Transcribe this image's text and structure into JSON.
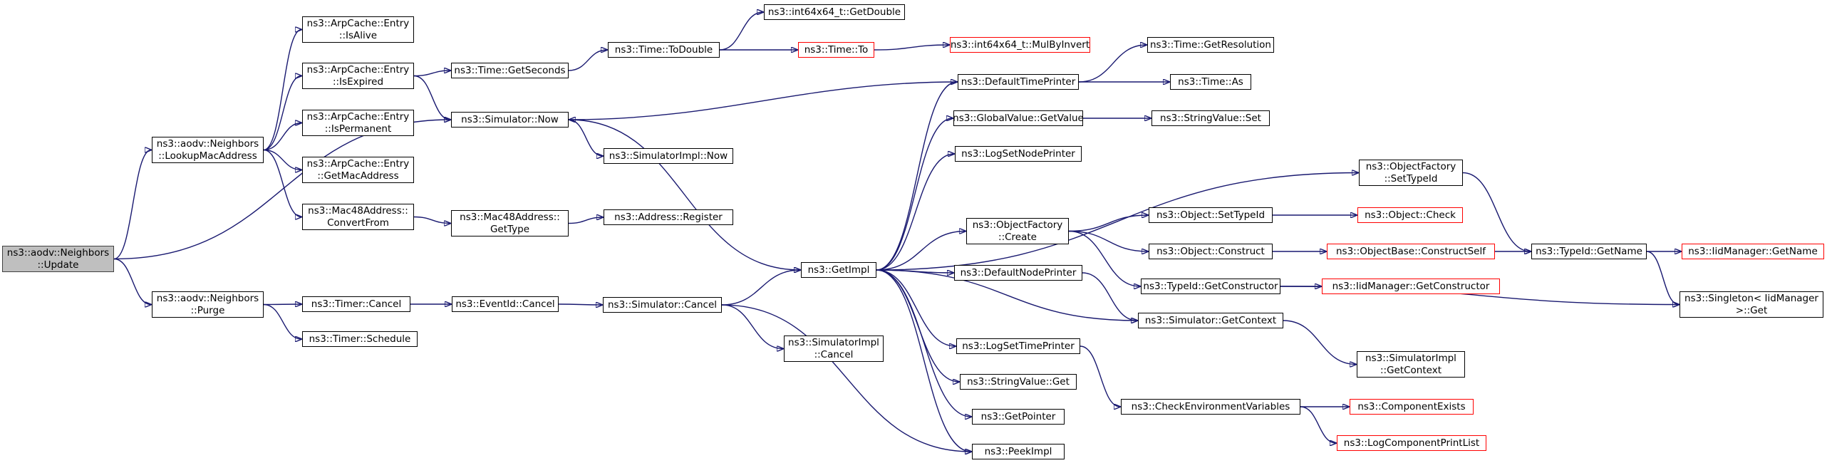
{
  "colors": {
    "edge": "#191970",
    "node_border": "#000000",
    "external_border": "#ff0000",
    "root_fill": "#bfbfbf",
    "background": "#ffffff"
  },
  "nodes": [
    {
      "id": "update",
      "lines": [
        "ns3::aodv::Neighbors",
        "::Update"
      ],
      "kind": "root"
    },
    {
      "id": "lookup",
      "lines": [
        "ns3::aodv::Neighbors",
        "::LookupMacAddress"
      ],
      "kind": "normal"
    },
    {
      "id": "purge",
      "lines": [
        "ns3::aodv::Neighbors",
        "::Purge"
      ],
      "kind": "normal"
    },
    {
      "id": "isalive",
      "lines": [
        "ns3::ArpCache::Entry",
        "::IsAlive"
      ],
      "kind": "normal"
    },
    {
      "id": "isexpired",
      "lines": [
        "ns3::ArpCache::Entry",
        "::IsExpired"
      ],
      "kind": "normal"
    },
    {
      "id": "ispermanent",
      "lines": [
        "ns3::ArpCache::Entry",
        "::IsPermanent"
      ],
      "kind": "normal"
    },
    {
      "id": "getmac",
      "lines": [
        "ns3::ArpCache::Entry",
        "::GetMacAddress"
      ],
      "kind": "normal"
    },
    {
      "id": "convertfrom",
      "lines": [
        "ns3::Mac48Address::",
        "ConvertFrom"
      ],
      "kind": "normal"
    },
    {
      "id": "simnow",
      "lines": [
        "ns3::Simulator::Now"
      ],
      "kind": "normal"
    },
    {
      "id": "getseconds",
      "lines": [
        "ns3::Time::GetSeconds"
      ],
      "kind": "normal"
    },
    {
      "id": "mac48gettype",
      "lines": [
        "ns3::Mac48Address::",
        "GetType"
      ],
      "kind": "normal"
    },
    {
      "id": "timercancel",
      "lines": [
        "ns3::Timer::Cancel"
      ],
      "kind": "normal"
    },
    {
      "id": "timerschedule",
      "lines": [
        "ns3::Timer::Schedule"
      ],
      "kind": "normal"
    },
    {
      "id": "todouble",
      "lines": [
        "ns3::Time::ToDouble"
      ],
      "kind": "normal"
    },
    {
      "id": "getdouble",
      "lines": [
        "ns3::int64x64_t::GetDouble"
      ],
      "kind": "normal"
    },
    {
      "id": "timeto",
      "lines": [
        "ns3::Time::To"
      ],
      "kind": "external"
    },
    {
      "id": "mulbyinvert",
      "lines": [
        "ns3::int64x64_t::MulByInvert"
      ],
      "kind": "external"
    },
    {
      "id": "simimplnow",
      "lines": [
        "ns3::SimulatorImpl::Now"
      ],
      "kind": "normal"
    },
    {
      "id": "addrregister",
      "lines": [
        "ns3::Address::Register"
      ],
      "kind": "normal"
    },
    {
      "id": "eventcancel",
      "lines": [
        "ns3::EventId::Cancel"
      ],
      "kind": "normal"
    },
    {
      "id": "simcancel",
      "lines": [
        "ns3::Simulator::Cancel"
      ],
      "kind": "normal"
    },
    {
      "id": "simimplcancel",
      "lines": [
        "ns3::SimulatorImpl",
        "::Cancel"
      ],
      "kind": "normal"
    },
    {
      "id": "getimpl",
      "lines": [
        "ns3::GetImpl"
      ],
      "kind": "normal"
    },
    {
      "id": "defaulttimeprinter",
      "lines": [
        "ns3::DefaultTimePrinter"
      ],
      "kind": "normal"
    },
    {
      "id": "globalgetvalue",
      "lines": [
        "ns3::GlobalValue::GetValue"
      ],
      "kind": "normal"
    },
    {
      "id": "logsetnodeprinter",
      "lines": [
        "ns3::LogSetNodePrinter"
      ],
      "kind": "normal"
    },
    {
      "id": "ofcreate",
      "lines": [
        "ns3::ObjectFactory",
        "::Create"
      ],
      "kind": "normal"
    },
    {
      "id": "defaultnodeprinter",
      "lines": [
        "ns3::DefaultNodePrinter"
      ],
      "kind": "normal"
    },
    {
      "id": "logsettimeprinter",
      "lines": [
        "ns3::LogSetTimePrinter"
      ],
      "kind": "normal"
    },
    {
      "id": "stringvalueget",
      "lines": [
        "ns3::StringValue::Get"
      ],
      "kind": "normal"
    },
    {
      "id": "getpointer",
      "lines": [
        "ns3::GetPointer"
      ],
      "kind": "normal"
    },
    {
      "id": "peekimpl",
      "lines": [
        "ns3::PeekImpl"
      ],
      "kind": "normal"
    },
    {
      "id": "getresolution",
      "lines": [
        "ns3::Time::GetResolution"
      ],
      "kind": "normal"
    },
    {
      "id": "timeas",
      "lines": [
        "ns3::Time::As"
      ],
      "kind": "normal"
    },
    {
      "id": "stringvalueset",
      "lines": [
        "ns3::StringValue::Set"
      ],
      "kind": "normal"
    },
    {
      "id": "ofsettypeid",
      "lines": [
        "ns3::ObjectFactory",
        "::SetTypeId"
      ],
      "kind": "normal"
    },
    {
      "id": "objsettypeid",
      "lines": [
        "ns3::Object::SetTypeId"
      ],
      "kind": "normal"
    },
    {
      "id": "objconstruct",
      "lines": [
        "ns3::Object::Construct"
      ],
      "kind": "normal"
    },
    {
      "id": "typeidgetconstructor",
      "lines": [
        "ns3::TypeId::GetConstructor"
      ],
      "kind": "normal"
    },
    {
      "id": "simgetcontext",
      "lines": [
        "ns3::Simulator::GetContext"
      ],
      "kind": "normal"
    },
    {
      "id": "checkenv",
      "lines": [
        "ns3::CheckEnvironmentVariables"
      ],
      "kind": "normal"
    },
    {
      "id": "simimplgetcontext",
      "lines": [
        "ns3::SimulatorImpl",
        "::GetContext"
      ],
      "kind": "normal"
    },
    {
      "id": "objcheck",
      "lines": [
        "ns3::Object::Check"
      ],
      "kind": "external"
    },
    {
      "id": "constructself",
      "lines": [
        "ns3::ObjectBase::ConstructSelf"
      ],
      "kind": "external"
    },
    {
      "id": "iidgetconstructor",
      "lines": [
        "ns3::IidManager::GetConstructor"
      ],
      "kind": "external"
    },
    {
      "id": "componentexists",
      "lines": [
        "ns3::ComponentExists"
      ],
      "kind": "external"
    },
    {
      "id": "logcomponentprintlist",
      "lines": [
        "ns3::LogComponentPrintList"
      ],
      "kind": "external"
    },
    {
      "id": "typeidgetname",
      "lines": [
        "ns3::TypeId::GetName"
      ],
      "kind": "normal"
    },
    {
      "id": "iidgetname",
      "lines": [
        "ns3::IidManager::GetName"
      ],
      "kind": "external"
    },
    {
      "id": "singletonget",
      "lines": [
        "ns3::Singleton< IidManager",
        " >::Get"
      ],
      "kind": "normal"
    }
  ],
  "edges": [
    [
      "update",
      "lookup"
    ],
    [
      "update",
      "simnow"
    ],
    [
      "update",
      "purge"
    ],
    [
      "lookup",
      "isalive"
    ],
    [
      "lookup",
      "isexpired"
    ],
    [
      "lookup",
      "ispermanent"
    ],
    [
      "lookup",
      "getmac"
    ],
    [
      "lookup",
      "convertfrom"
    ],
    [
      "isexpired",
      "getseconds"
    ],
    [
      "isexpired",
      "simnow"
    ],
    [
      "getseconds",
      "todouble"
    ],
    [
      "todouble",
      "getdouble"
    ],
    [
      "todouble",
      "timeto"
    ],
    [
      "timeto",
      "mulbyinvert"
    ],
    [
      "simnow",
      "simimplnow"
    ],
    [
      "simnow",
      "getimpl"
    ],
    [
      "convertfrom",
      "mac48gettype"
    ],
    [
      "mac48gettype",
      "addrregister"
    ],
    [
      "purge",
      "timercancel"
    ],
    [
      "purge",
      "timerschedule"
    ],
    [
      "timercancel",
      "eventcancel"
    ],
    [
      "eventcancel",
      "simcancel"
    ],
    [
      "simcancel",
      "getimpl"
    ],
    [
      "simcancel",
      "simimplcancel"
    ],
    [
      "simcancel",
      "peekimpl"
    ],
    [
      "getimpl",
      "defaulttimeprinter"
    ],
    [
      "getimpl",
      "globalgetvalue"
    ],
    [
      "getimpl",
      "logsetnodeprinter"
    ],
    [
      "getimpl",
      "ofsettypeid"
    ],
    [
      "getimpl",
      "ofcreate"
    ],
    [
      "getimpl",
      "defaultnodeprinter"
    ],
    [
      "getimpl",
      "simgetcontext"
    ],
    [
      "getimpl",
      "logsettimeprinter"
    ],
    [
      "getimpl",
      "stringvalueget"
    ],
    [
      "getimpl",
      "getpointer"
    ],
    [
      "getimpl",
      "peekimpl"
    ],
    [
      "defaulttimeprinter",
      "getresolution"
    ],
    [
      "defaulttimeprinter",
      "timeas"
    ],
    [
      "defaulttimeprinter",
      "simnow"
    ],
    [
      "globalgetvalue",
      "stringvalueset"
    ],
    [
      "ofcreate",
      "objsettypeid"
    ],
    [
      "ofcreate",
      "objconstruct"
    ],
    [
      "ofcreate",
      "typeidgetconstructor"
    ],
    [
      "objsettypeid",
      "objcheck"
    ],
    [
      "objconstruct",
      "constructself"
    ],
    [
      "constructself",
      "typeidgetname"
    ],
    [
      "typeidgetconstructor",
      "iidgetconstructor"
    ],
    [
      "typeidgetconstructor",
      "singletonget"
    ],
    [
      "defaultnodeprinter",
      "simgetcontext"
    ],
    [
      "logsettimeprinter",
      "checkenv"
    ],
    [
      "simgetcontext",
      "simimplgetcontext"
    ],
    [
      "checkenv",
      "componentexists"
    ],
    [
      "checkenv",
      "logcomponentprintlist"
    ],
    [
      "ofsettypeid",
      "typeidgetname"
    ],
    [
      "typeidgetname",
      "iidgetname"
    ],
    [
      "typeidgetname",
      "singletonget"
    ]
  ]
}
